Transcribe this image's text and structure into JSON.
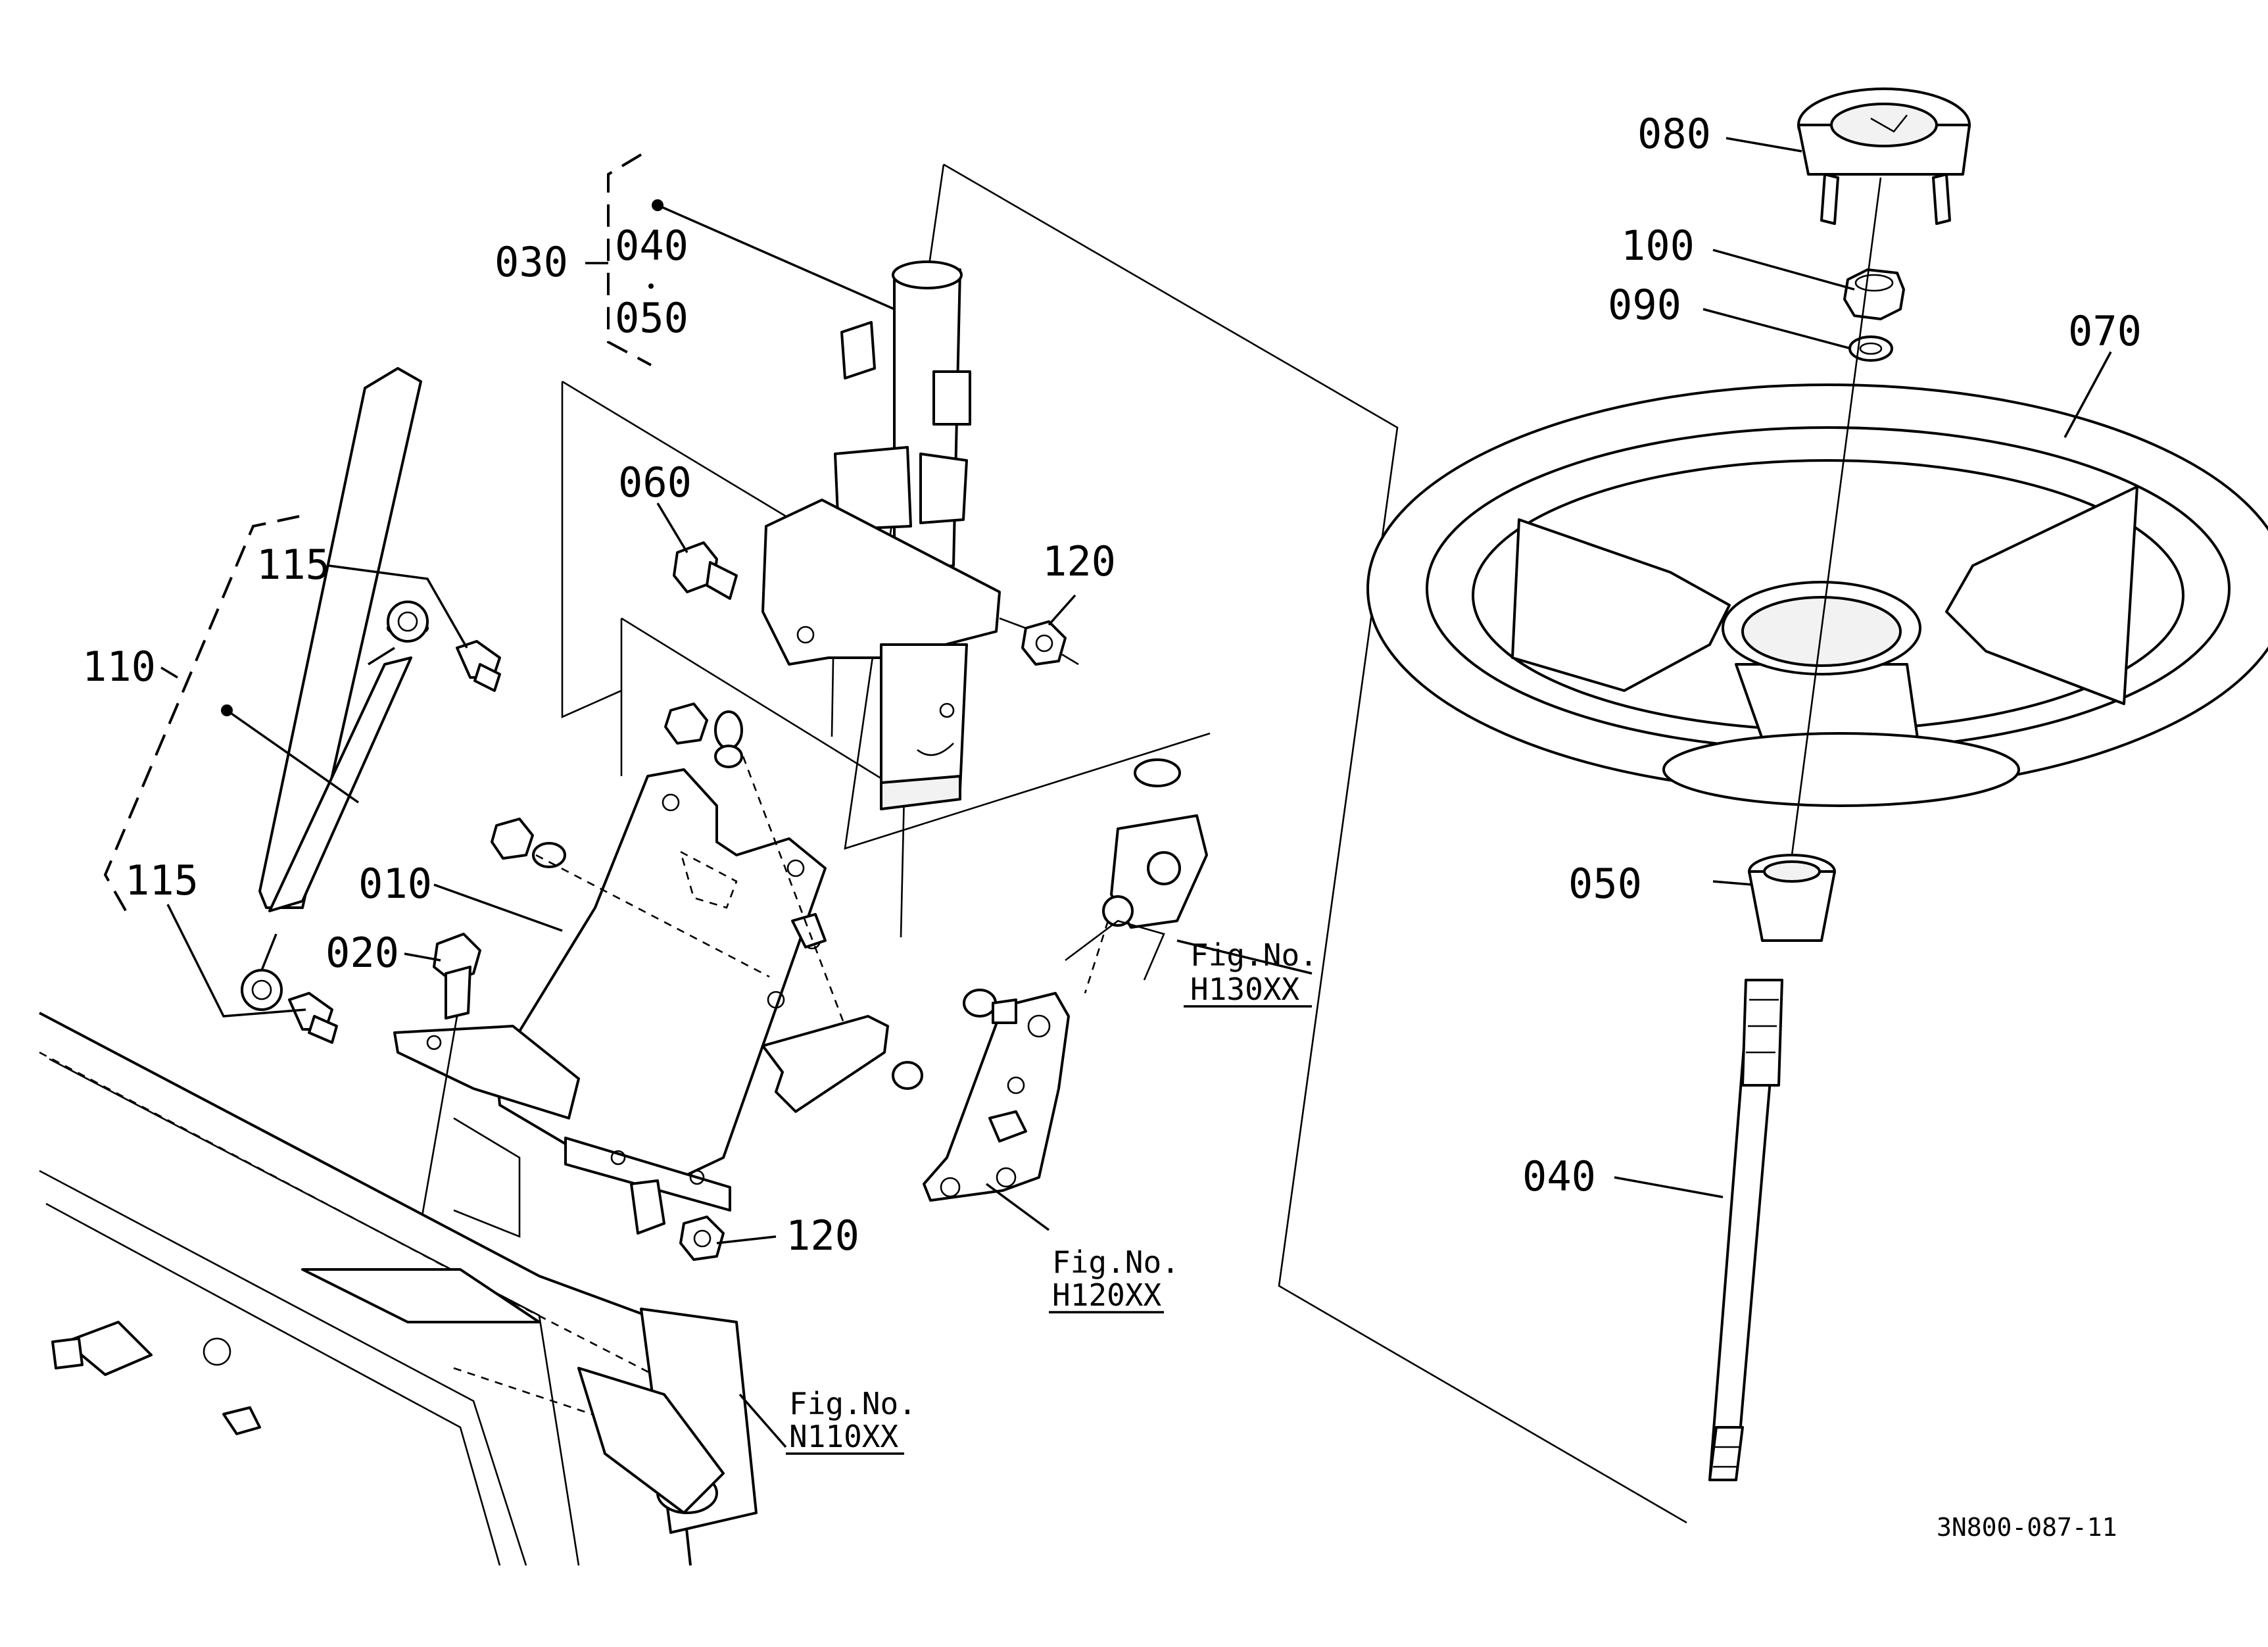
{
  "callouts": {
    "c080": "080",
    "c100": "100",
    "c090": "090",
    "c070": "070",
    "c030": "030",
    "c040_top": "040",
    "c050_top": "050",
    "c060": "060",
    "c120_top": "120",
    "c115_top": "115",
    "c110": "110",
    "c115_bottom": "115",
    "c010": "010",
    "c020": "020",
    "c120_bottom": "120",
    "c050": "050",
    "c040": "040"
  },
  "figure_refs": {
    "h130": {
      "line1": "Fig.No.",
      "line2": "H130XX"
    },
    "h120": {
      "line1": "Fig.No.",
      "line2": "H120XX"
    },
    "n110": {
      "line1": "Fig.No.",
      "line2": "N110XX"
    }
  },
  "drawing_code": "3N800-087-11"
}
